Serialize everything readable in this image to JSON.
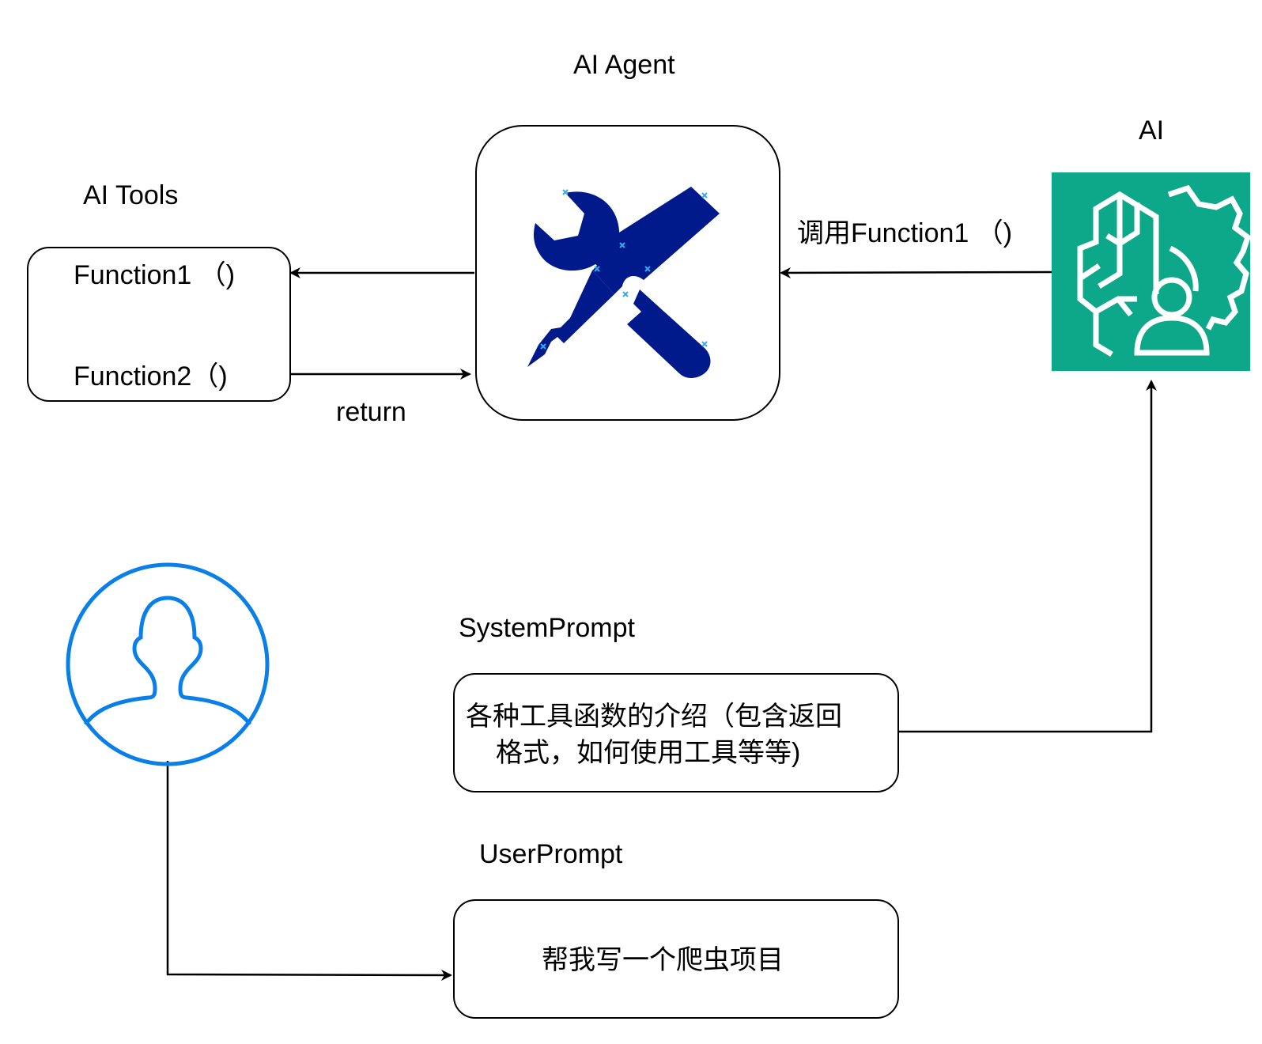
{
  "agent": {
    "title": "AI Agent",
    "icon": "wrench-screwdriver-icon",
    "icon_color": "#001A8C"
  },
  "tools": {
    "title": "AI Tools",
    "functions": [
      "Function1 （)",
      "Function2（)"
    ]
  },
  "ai": {
    "title": "AI",
    "icon": "ai-brain-gear-user-icon",
    "bg_color": "#0DA88A"
  },
  "edges": {
    "call_label": "调用Function1 （)",
    "return_label": "return"
  },
  "user": {
    "icon": "user-avatar-icon",
    "color": "#0A7FE8"
  },
  "system_prompt": {
    "title": "SystemPrompt",
    "lines": [
      "各种工具函数的介绍（包含返回",
      "格式，如何使用工具等等)"
    ]
  },
  "user_prompt": {
    "title": "UserPrompt",
    "text": "帮我写一个爬虫项目"
  }
}
